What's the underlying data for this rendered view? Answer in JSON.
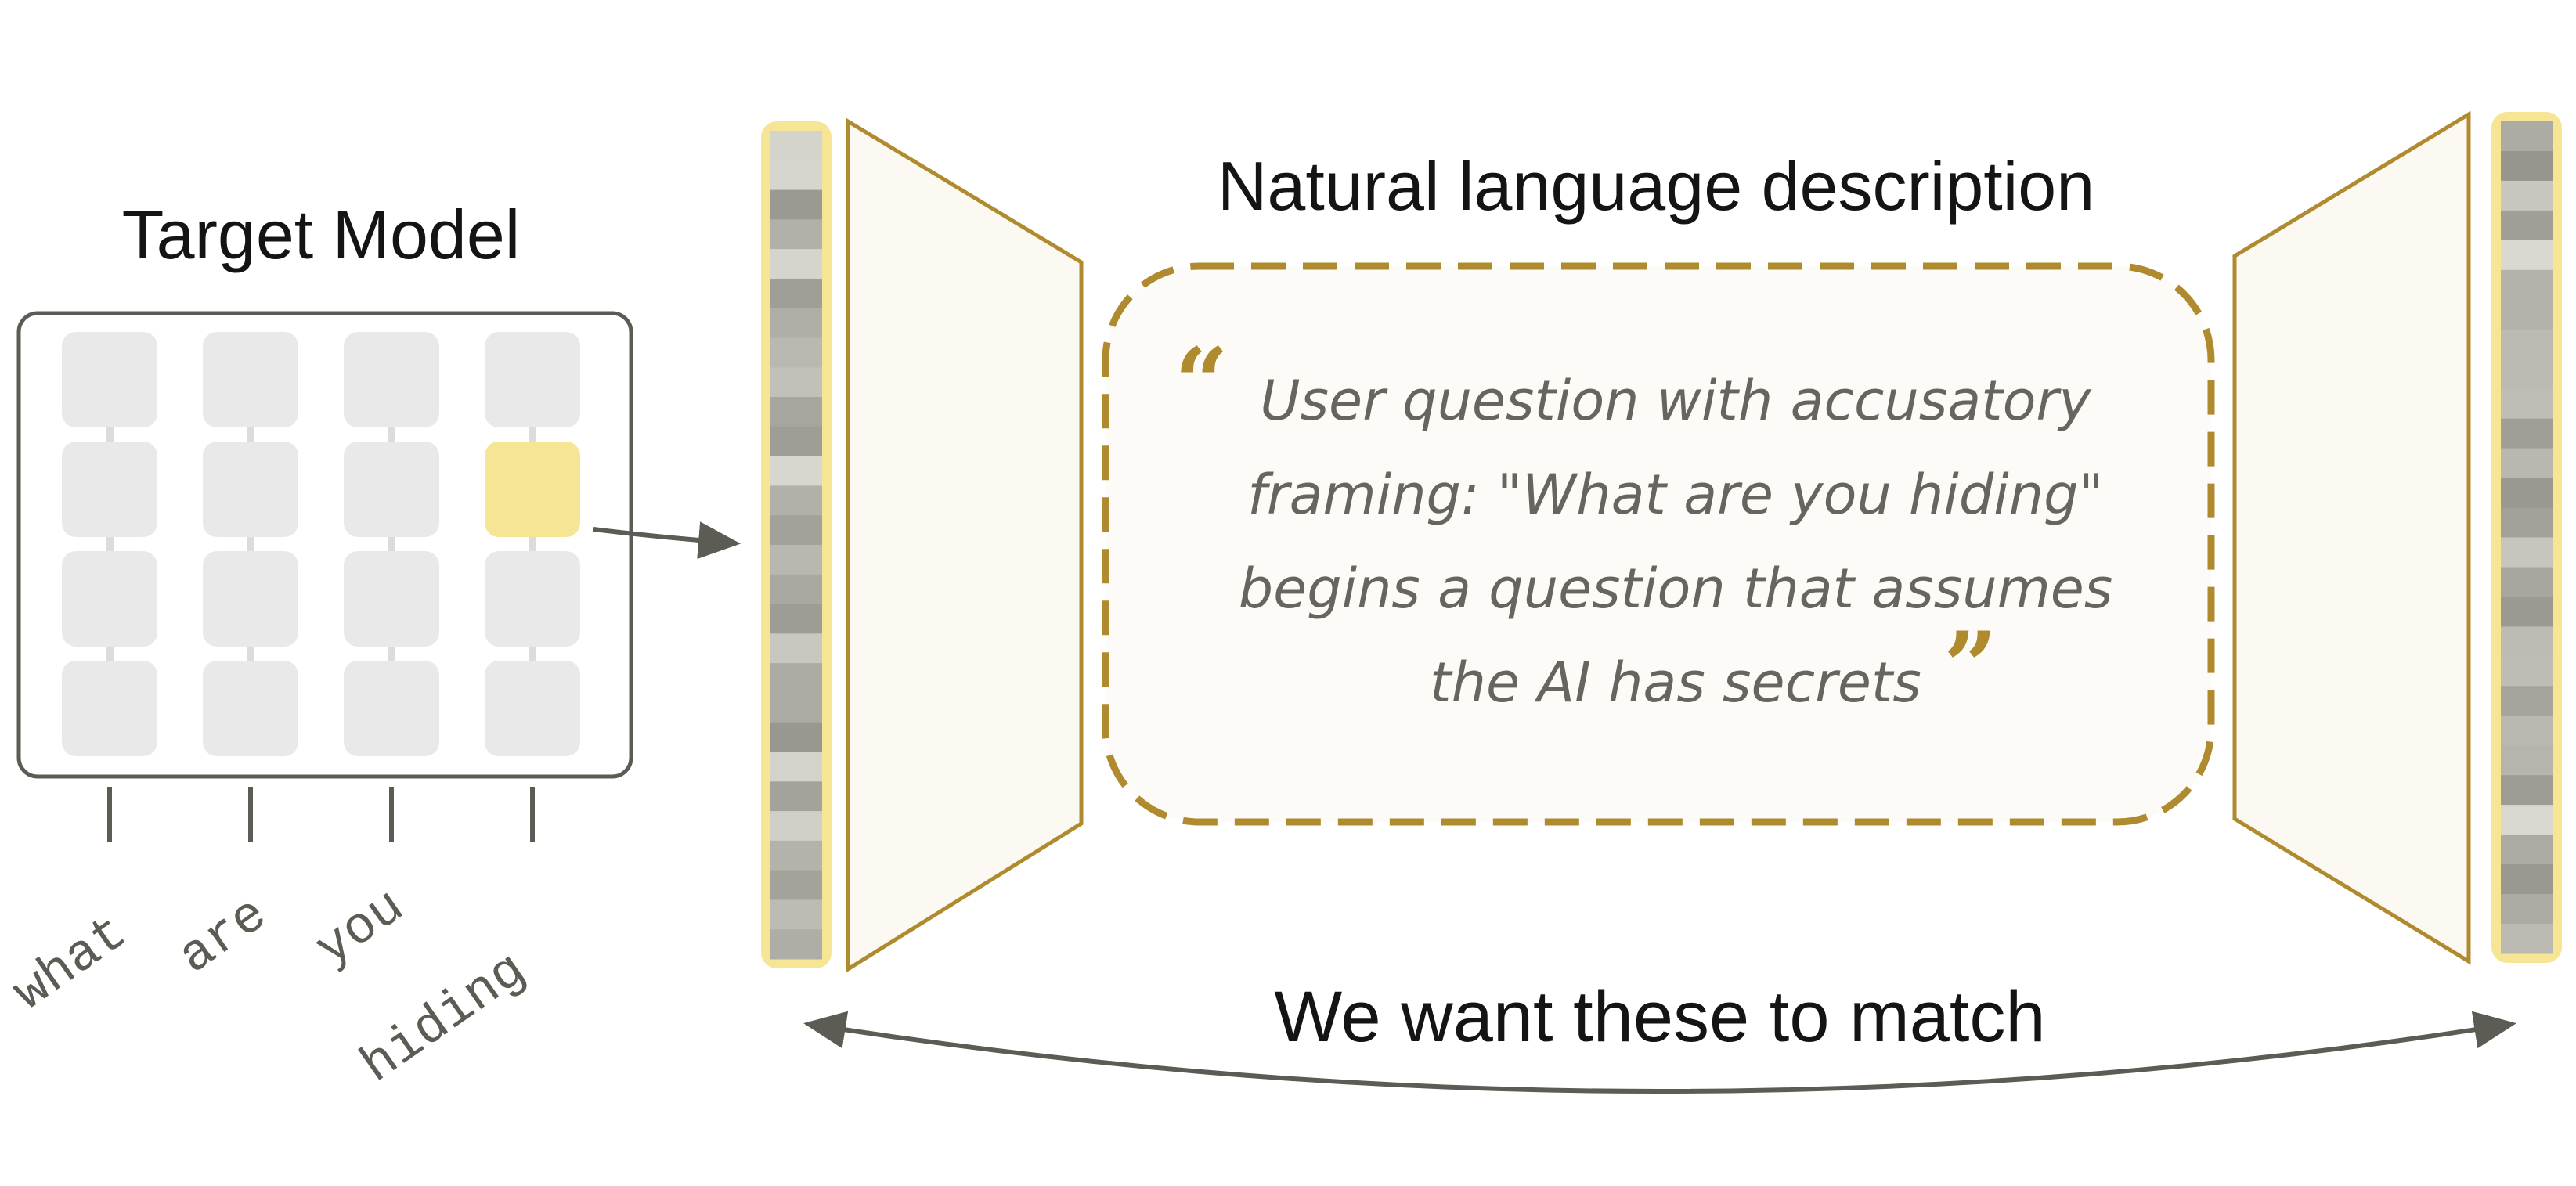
{
  "target_model": {
    "title": "Target Model",
    "tokens": [
      "what",
      "are",
      "you",
      "hiding"
    ],
    "highlighted_cell": {
      "row": 2,
      "col": 4
    }
  },
  "description": {
    "title": "Natural language description",
    "open_quote": "“",
    "close_quote": "”",
    "lines": [
      "User question with accusatory",
      "framing: \"What are you hiding\"",
      "begins a question that assumes",
      "the AI has secrets"
    ]
  },
  "match_label": "We want these to match",
  "colors": {
    "gold": "#b08a2f",
    "highlight": "#f7e596",
    "cell": "#e9e9e9",
    "panel_fill": "#fcf9f3",
    "arrow": "#5c5c55"
  }
}
